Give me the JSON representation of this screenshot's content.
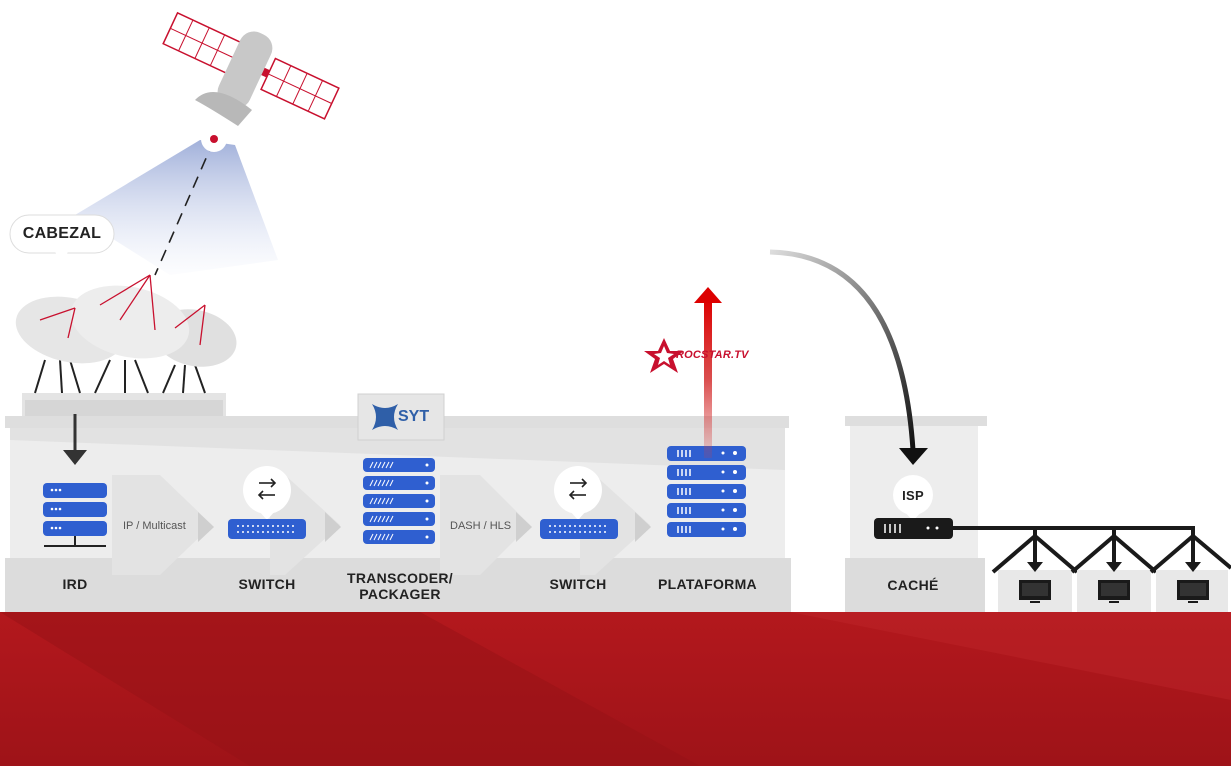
{
  "labels": {
    "cabezal": "CABEZAL",
    "ird": "IRD",
    "switch1": "SWITCH",
    "transcoder_line1": "TRANSCODER/",
    "transcoder_line2": "PACKAGER",
    "switch2": "SWITCH",
    "plataforma": "PLATAFORMA",
    "cache": "CACHÉ",
    "isp": "ISP"
  },
  "protocols": {
    "ip_multicast": "IP / Multicast",
    "dash_hls": "DASH / HLS"
  },
  "logos": {
    "syt": "SYT",
    "rocstar": "ROCSTAR.TV"
  },
  "colors": {
    "accent_red": "#c8102e",
    "ground_red": "#a81a1e",
    "server_blue": "#2f5fd0",
    "isp_black": "#1a1a1a"
  }
}
